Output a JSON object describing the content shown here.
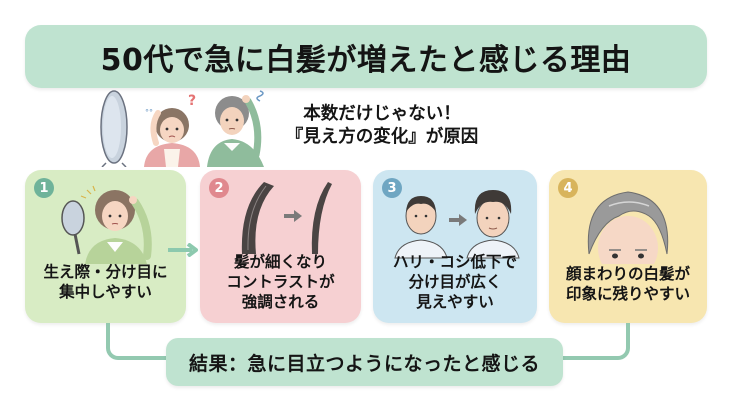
{
  "title": {
    "text": "50代で急に白髪が増えたと感じる理由",
    "bg_color": "#bfe3d0"
  },
  "hero": {
    "illustration": "worried-couple-checking-hair-with-mirror-icon",
    "subtitle_line1": "本数だけじゃない！",
    "subtitle_line2": "『見え方の変化』が原因"
  },
  "cards": [
    {
      "number": "1",
      "text_line1": "生え際・分け目に",
      "text_line2": "集中しやすい",
      "text_line3": "",
      "bg_color": "#d8ecc4",
      "badge_color": "#6fb39a",
      "illustration": "woman-with-hand-mirror-icon"
    },
    {
      "number": "2",
      "text_line1": "髪が細くなり",
      "text_line2": "コントラストが",
      "text_line3": "強調される",
      "bg_color": "#f6d0d2",
      "badge_color": "#e0888e",
      "illustration": "thick-to-thin-hair-strand-icon"
    },
    {
      "number": "3",
      "text_line1": "ハリ・コシ低下で",
      "text_line2": "分け目が広く",
      "text_line3": "見えやすい",
      "bg_color": "#cde6f1",
      "badge_color": "#6fa6c2",
      "illustration": "man-hair-volume-change-icon"
    },
    {
      "number": "4",
      "text_line1": "顔まわりの白髪が",
      "text_line2": "印象に残りやすい",
      "text_line3": "",
      "bg_color": "#f7e6b0",
      "badge_color": "#d8b45c",
      "illustration": "gray-haired-face-icon"
    }
  ],
  "result": {
    "text": "結果：急に目立つようになったと感じる",
    "bg_color": "#bfe3d0"
  },
  "colors": {
    "connector": "#93c9b0",
    "arrow": "#8cc9ae"
  }
}
